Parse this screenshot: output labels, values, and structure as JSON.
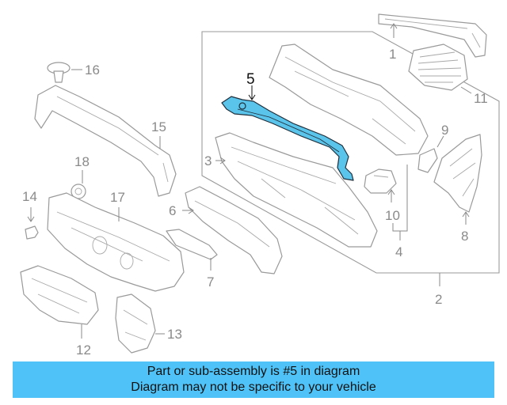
{
  "diagram": {
    "callouts": [
      "1",
      "2",
      "3",
      "4",
      "5",
      "6",
      "7",
      "8",
      "9",
      "10",
      "11",
      "12",
      "13",
      "14",
      "15",
      "16",
      "17",
      "18"
    ],
    "highlighted_callout": "5",
    "highlight_color": "#5bc4ea",
    "line_color": "#9a9a9a"
  },
  "banner": {
    "line1": "Part or sub-assembly is #5 in diagram",
    "line2": "Diagram may not be specific to your vehicle",
    "background": "#4fc3f7"
  }
}
